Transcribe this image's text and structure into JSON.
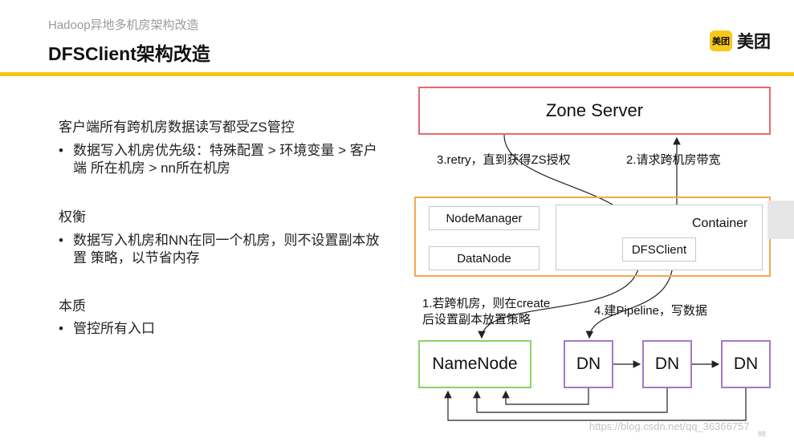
{
  "header": {
    "subtitle": "Hadoop异地多机房架构改造",
    "title": "DFSClient架构改造",
    "logo_badge": "美团",
    "logo_text": "美团",
    "accent_color": "#f5c518"
  },
  "left_panel": {
    "sections": [
      {
        "heading": "客户端所有跨机房数据读写都受ZS管控",
        "bullets": [
          "数据写入机房优先级：特殊配置 > 环境变量 > 客户端 所在机房 > nn所在机房"
        ]
      },
      {
        "heading": "权衡",
        "bullets": [
          "数据写入机房和NN在同一个机房，则不设置副本放置 策略，以节省内存"
        ]
      },
      {
        "heading": "本质",
        "bullets": [
          "管控所有入口"
        ]
      }
    ],
    "bullet_char": "•"
  },
  "diagram": {
    "zone_server": "Zone Server",
    "container": "Container",
    "node_manager": "NodeManager",
    "data_node": "DataNode",
    "dfs_client": "DFSClient",
    "name_node": "NameNode",
    "dn_nodes": [
      "DN",
      "DN",
      "DN"
    ],
    "labels": {
      "retry": "3.retry，直到获得ZS授权",
      "request": "2.请求跨机房带宽",
      "create_line1": "1.若跨机房，则在create",
      "create_line2": "后设置副本放置策略",
      "pipeline": "4.建Pipeline，写数据"
    },
    "colors": {
      "zone_border": "#e8696d",
      "container_border": "#f2a950",
      "namenode_border": "#8fcf6a",
      "dn_border": "#a678c8"
    }
  },
  "footer": {
    "watermark": "https://blog.csdn.net/qq_36366757",
    "page_number": "88"
  }
}
